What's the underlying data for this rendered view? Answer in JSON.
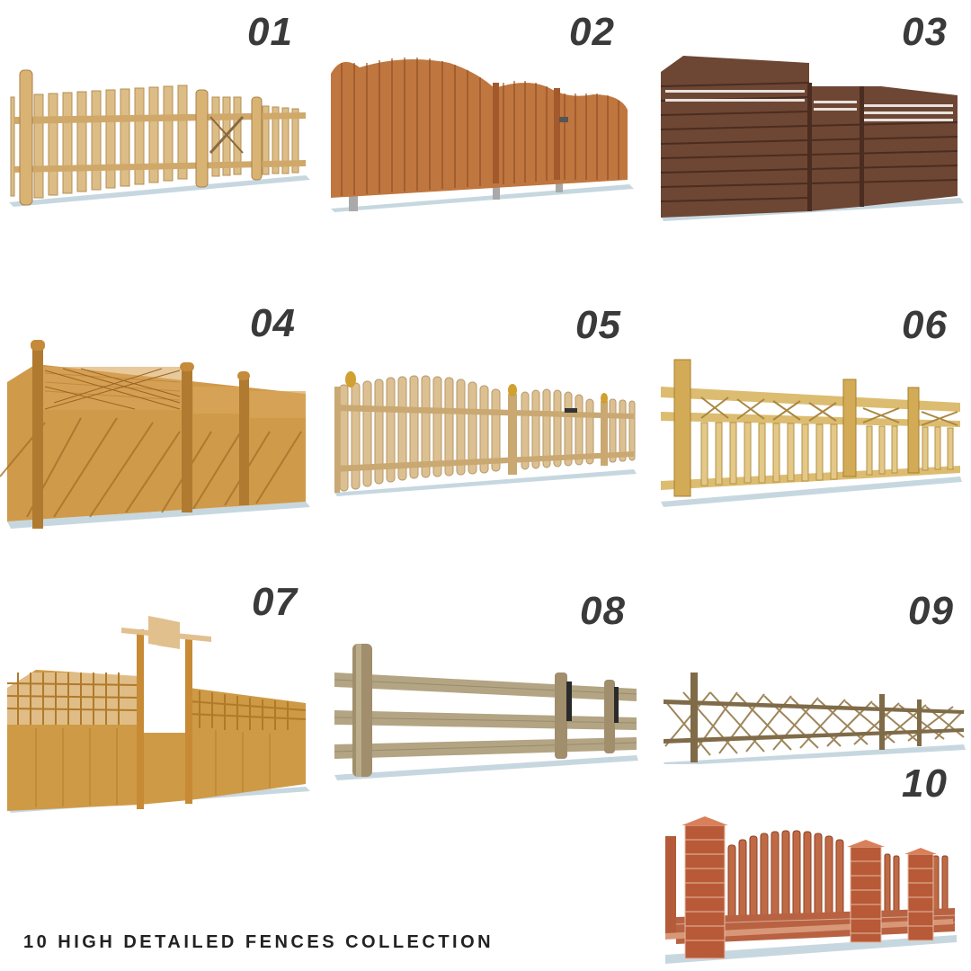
{
  "caption": "10 HIGH DETAILED FENCES COLLECTION",
  "fences": [
    {
      "label": "01",
      "style": "picket-gate",
      "color": "#d8b47a"
    },
    {
      "label": "02",
      "style": "wavy-board",
      "color": "#b86a35"
    },
    {
      "label": "03",
      "style": "horizontal-slat",
      "color": "#6b4431"
    },
    {
      "label": "04",
      "style": "diagonal-lattice-top",
      "color": "#c9913f"
    },
    {
      "label": "05",
      "style": "arched-picket",
      "color": "#d8b98a"
    },
    {
      "label": "06",
      "style": "cross-rail",
      "color": "#d3b062"
    },
    {
      "label": "07",
      "style": "lattice-pergola",
      "color": "#c9963e"
    },
    {
      "label": "08",
      "style": "split-rail",
      "color": "#a99b7c"
    },
    {
      "label": "09",
      "style": "diamond-trellis",
      "color": "#9c8258"
    },
    {
      "label": "10",
      "style": "brick-pillar",
      "color": "#b55a38"
    }
  ]
}
